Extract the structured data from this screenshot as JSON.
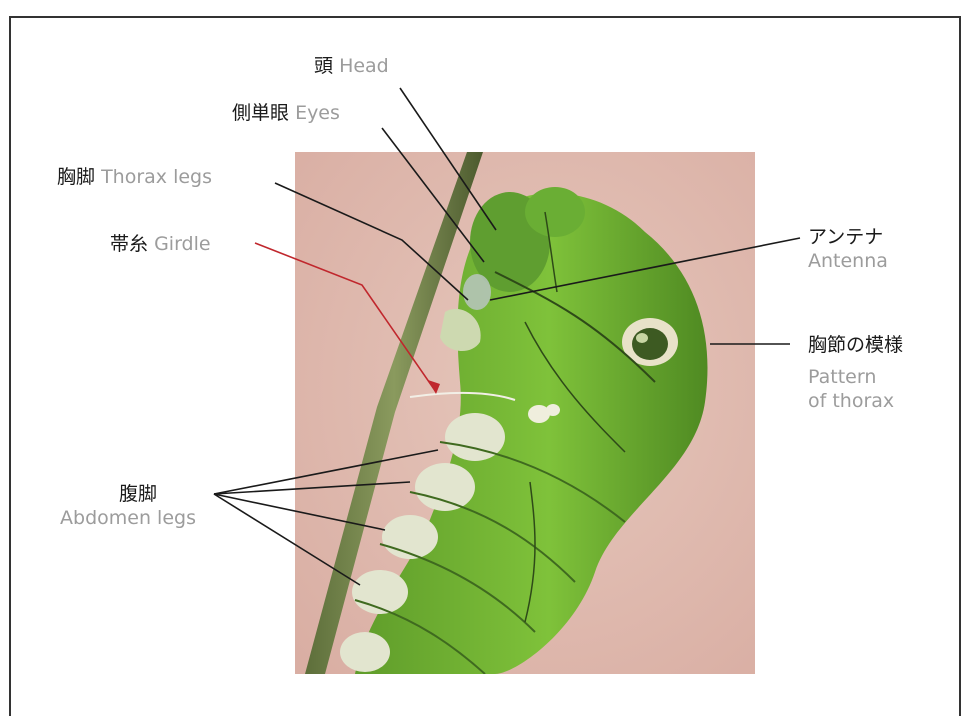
{
  "labels": {
    "head": {
      "jp": "頭",
      "en": "Head"
    },
    "eyes": {
      "jp": "側単眼",
      "en": "Eyes"
    },
    "thorax_legs": {
      "jp": "胸脚",
      "en": "Thorax legs"
    },
    "girdle": {
      "jp": "帯糸",
      "en": "Girdle"
    },
    "antenna": {
      "jp": "アンテナ",
      "en": "Antenna"
    },
    "thorax_pattern": {
      "jp": "胸節の模様",
      "en_line1": "Pattern",
      "en_line2": "of thorax"
    },
    "abdomen_legs": {
      "jp": "腹脚",
      "en": "Abdomen legs"
    }
  },
  "colors": {
    "leader_line": "#1a1a1a",
    "girdle_line": "#c0272d",
    "english_text": "#9c9c9c"
  }
}
